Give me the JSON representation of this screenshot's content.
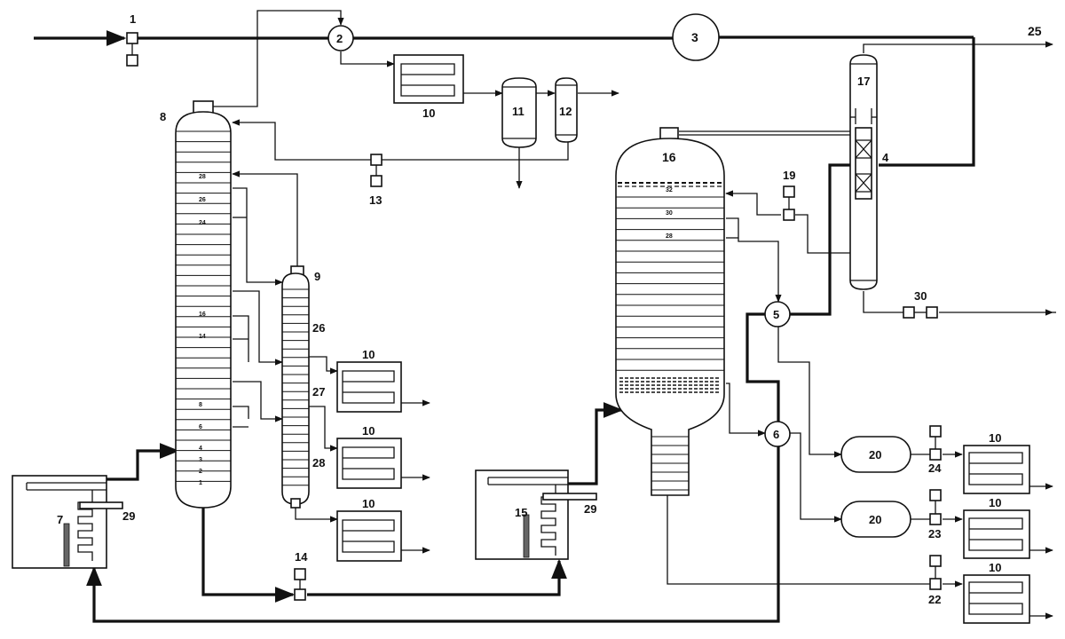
{
  "numbers": {
    "n1": "1",
    "n2": "2",
    "n3": "3",
    "n4": "4",
    "n5": "5",
    "n6": "6",
    "n7": "7",
    "n8": "8",
    "n9": "9",
    "n10": "10",
    "n11": "11",
    "n12": "12",
    "n13": "13",
    "n14": "14",
    "n15": "15",
    "n16": "16",
    "n17": "17",
    "n19": "19",
    "n20": "20",
    "n22": "22",
    "n23": "23",
    "n24": "24",
    "n25": "25",
    "n26": "26",
    "n27": "27",
    "n28": "28",
    "n29": "29",
    "n30": "30"
  },
  "col8_trays": [
    "28",
    "26",
    "24",
    "16",
    "14",
    "8",
    "6",
    "4",
    "3",
    "2",
    "1"
  ],
  "col16_trays": [
    "32",
    "30",
    "28"
  ],
  "colors": {
    "line": "#111111",
    "background": "#ffffff"
  }
}
